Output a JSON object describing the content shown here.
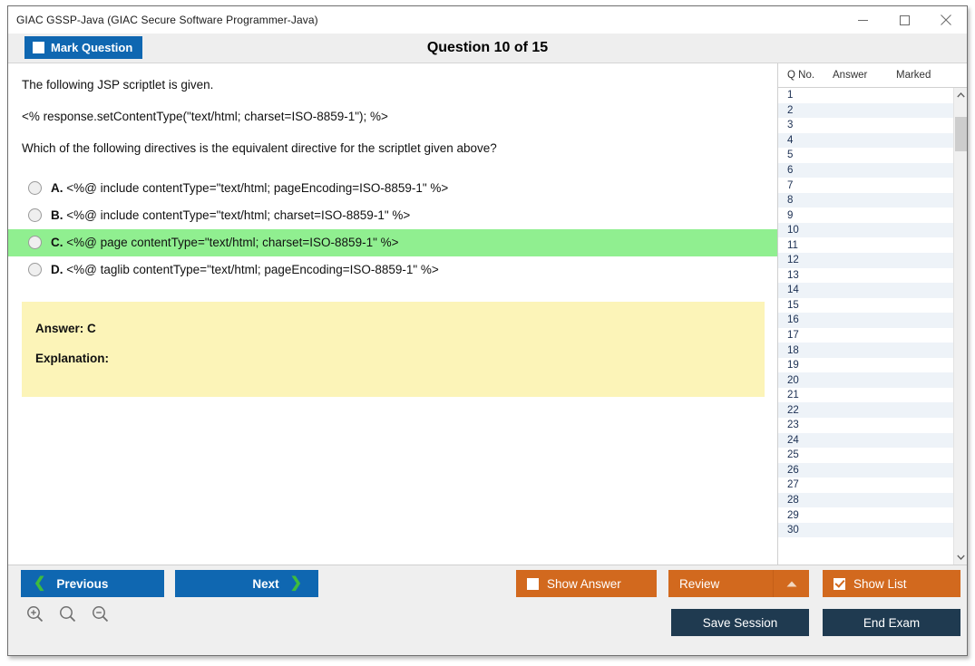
{
  "window": {
    "title": "GIAC GSSP-Java (GIAC Secure Software Programmer-Java)",
    "controls": {
      "minimize": "minimize-icon",
      "maximize": "maximize-icon",
      "close": "close-icon"
    }
  },
  "header": {
    "mark_question_label": "Mark Question",
    "mark_question_checked": false,
    "question_counter": "Question 10 of 15"
  },
  "question": {
    "stem_1": "The following JSP scriptlet is given.",
    "stem_2": "<% response.setContentType(\"text/html; charset=ISO-8859-1\"); %>",
    "stem_3": "Which of the following directives is the equivalent directive for the scriptlet given above?",
    "options": [
      {
        "key": "A.",
        "text": "<%@ include contentType=\"text/html; pageEncoding=ISO-8859-1\" %>",
        "highlighted": false,
        "selected": false
      },
      {
        "key": "B.",
        "text": "<%@ include contentType=\"text/html; charset=ISO-8859-1\" %>",
        "highlighted": false,
        "selected": false
      },
      {
        "key": "C.",
        "text": "<%@ page contentType=\"text/html; charset=ISO-8859-1\" %>",
        "highlighted": true,
        "selected": false
      },
      {
        "key": "D.",
        "text": "<%@ taglib contentType=\"text/html; pageEncoding=ISO-8859-1\" %>",
        "highlighted": false,
        "selected": false
      }
    ]
  },
  "answer_panel": {
    "answer_line": "Answer: C",
    "explanation_line": "Explanation:",
    "background_color": "#fcf4b8"
  },
  "question_list": {
    "columns": [
      "Q No.",
      "Answer",
      "Marked"
    ],
    "rows": [
      {
        "no": "1",
        "answer": "",
        "marked": ""
      },
      {
        "no": "2",
        "answer": "",
        "marked": ""
      },
      {
        "no": "3",
        "answer": "",
        "marked": ""
      },
      {
        "no": "4",
        "answer": "",
        "marked": ""
      },
      {
        "no": "5",
        "answer": "",
        "marked": ""
      },
      {
        "no": "6",
        "answer": "",
        "marked": ""
      },
      {
        "no": "7",
        "answer": "",
        "marked": ""
      },
      {
        "no": "8",
        "answer": "",
        "marked": ""
      },
      {
        "no": "9",
        "answer": "",
        "marked": ""
      },
      {
        "no": "10",
        "answer": "",
        "marked": ""
      },
      {
        "no": "11",
        "answer": "",
        "marked": ""
      },
      {
        "no": "12",
        "answer": "",
        "marked": ""
      },
      {
        "no": "13",
        "answer": "",
        "marked": ""
      },
      {
        "no": "14",
        "answer": "",
        "marked": ""
      },
      {
        "no": "15",
        "answer": "",
        "marked": ""
      },
      {
        "no": "16",
        "answer": "",
        "marked": ""
      },
      {
        "no": "17",
        "answer": "",
        "marked": ""
      },
      {
        "no": "18",
        "answer": "",
        "marked": ""
      },
      {
        "no": "19",
        "answer": "",
        "marked": ""
      },
      {
        "no": "20",
        "answer": "",
        "marked": ""
      },
      {
        "no": "21",
        "answer": "",
        "marked": ""
      },
      {
        "no": "22",
        "answer": "",
        "marked": ""
      },
      {
        "no": "23",
        "answer": "",
        "marked": ""
      },
      {
        "no": "24",
        "answer": "",
        "marked": ""
      },
      {
        "no": "25",
        "answer": "",
        "marked": ""
      },
      {
        "no": "26",
        "answer": "",
        "marked": ""
      },
      {
        "no": "27",
        "answer": "",
        "marked": ""
      },
      {
        "no": "28",
        "answer": "",
        "marked": ""
      },
      {
        "no": "29",
        "answer": "",
        "marked": ""
      },
      {
        "no": "30",
        "answer": "",
        "marked": ""
      }
    ]
  },
  "footer": {
    "previous_label": "Previous",
    "next_label": "Next",
    "show_answer_label": "Show Answer",
    "show_answer_checked": false,
    "review_label": "Review",
    "show_list_label": "Show List",
    "show_list_checked": true,
    "save_session_label": "Save Session",
    "end_exam_label": "End Exam",
    "zoom_icons": [
      "zoom-in-icon",
      "zoom-reset-icon",
      "zoom-out-icon"
    ]
  },
  "colors": {
    "primary_blue": "#0f67b1",
    "accent_orange": "#d2691e",
    "navy": "#1f3a50",
    "highlight_green": "#90ef90",
    "answer_yellow": "#fcf4b8",
    "chevron_green": "#3ebb3e"
  }
}
